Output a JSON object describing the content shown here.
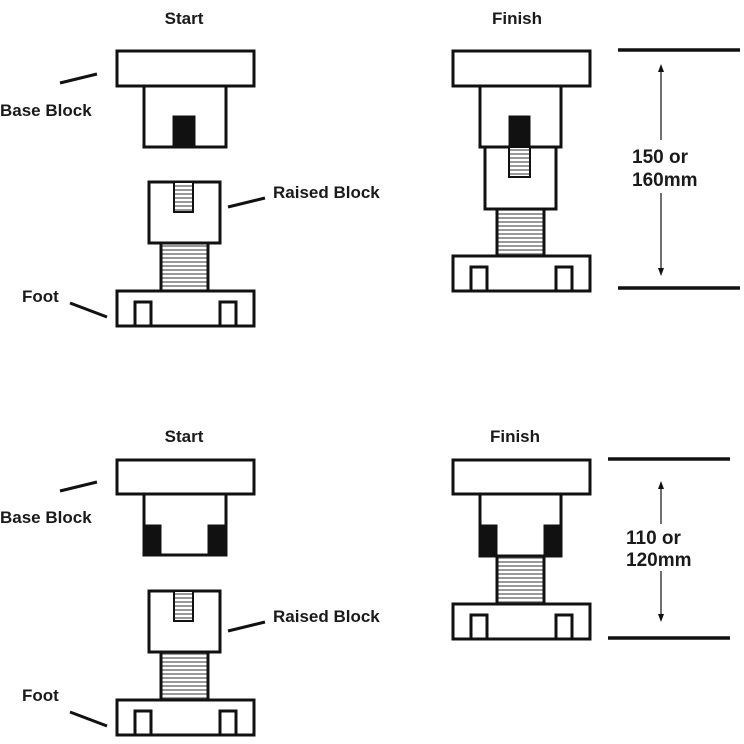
{
  "panels": [
    {
      "title": "Start",
      "labels": {
        "base_block": "Base Block",
        "raised_block": "Raised Block",
        "foot": "Foot"
      }
    },
    {
      "title": "Finish",
      "dimension": "150 or 160mm",
      "dimension_lines": [
        "150 or",
        "160mm"
      ]
    },
    {
      "title": "Start",
      "labels": {
        "base_block": "Base Block",
        "raised_block": "Raised Block",
        "foot": "Foot"
      }
    },
    {
      "title": "Finish",
      "dimension": "110 or 120mm",
      "dimension_lines": [
        "110 or",
        "120mm"
      ]
    }
  ],
  "colors": {
    "ink": "#111111",
    "background": "#ffffff",
    "thread": "#555555"
  }
}
